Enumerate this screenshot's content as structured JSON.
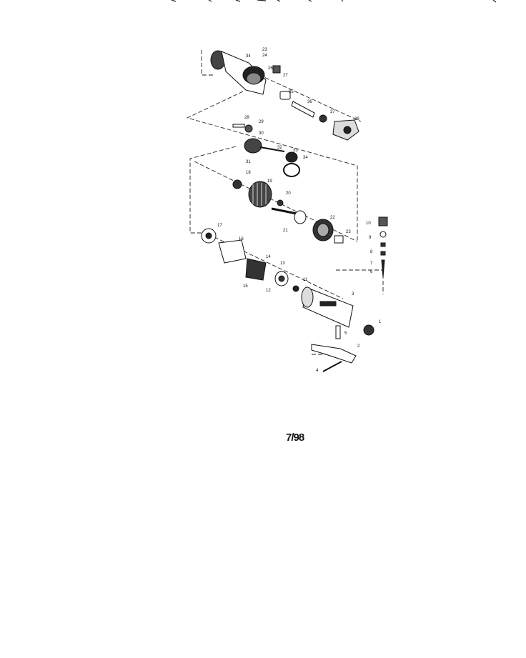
{
  "diagram": {
    "date_code": "7/98",
    "part_labels": [
      "23",
      "24",
      "26",
      "27",
      "34",
      "35",
      "36",
      "37",
      "38",
      "28",
      "29",
      "30",
      "32",
      "33",
      "34",
      "31",
      "18",
      "19",
      "20",
      "21",
      "22",
      "23",
      "10",
      "9",
      "8",
      "7",
      "6",
      "17",
      "16",
      "14",
      "13",
      "15",
      "12",
      "11",
      "3",
      "5",
      "1",
      "4",
      "2"
    ]
  }
}
